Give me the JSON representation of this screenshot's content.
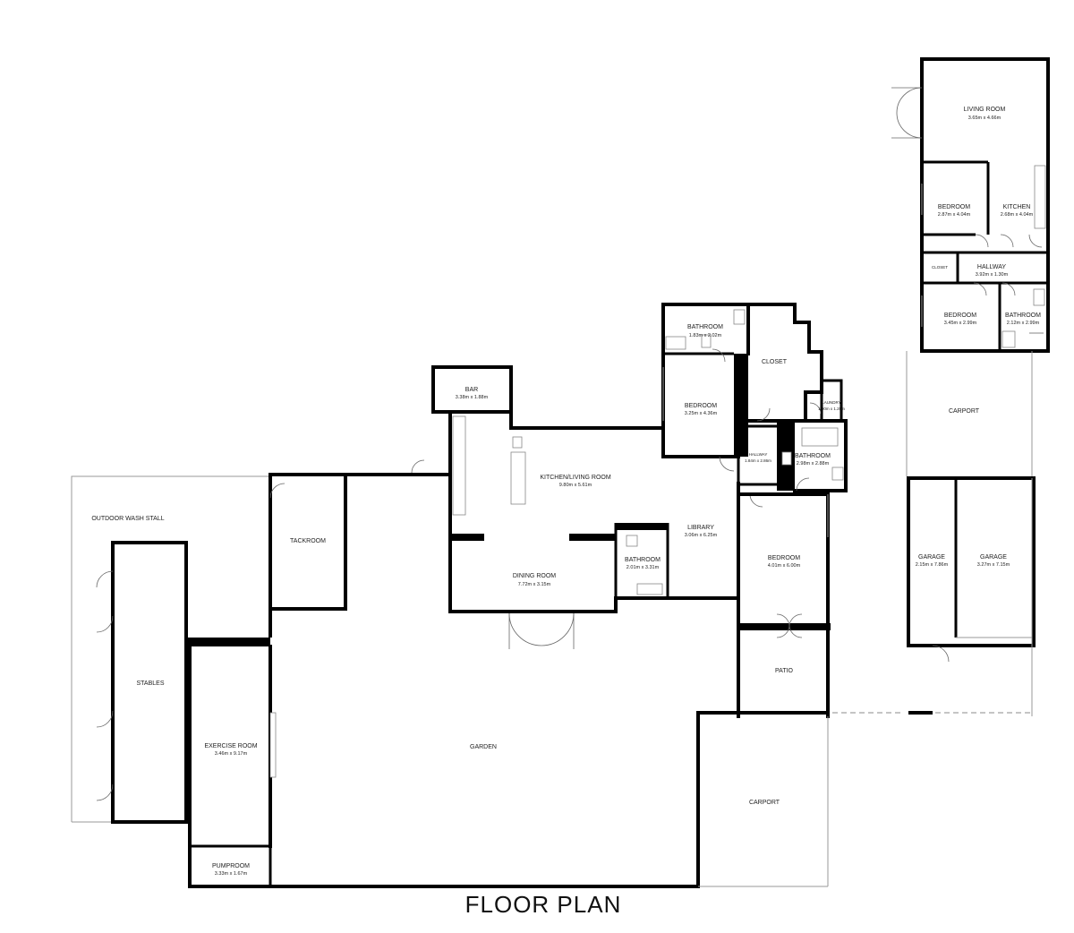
{
  "title": "FLOOR PLAN",
  "rooms": {
    "living_room": {
      "name": "LIVING ROOM",
      "dim": "3.65m x 4.66m"
    },
    "bedroom_guest": {
      "name": "BEDROOM",
      "dim": "2.87m x 4.04m"
    },
    "kitchen_guest": {
      "name": "KITCHEN",
      "dim": "2.68m x 4.04m"
    },
    "closet_guest": {
      "name": "CLOSET",
      "dim": ""
    },
    "hallway_guest": {
      "name": "HALLWAY",
      "dim": "3.92m x 1.30m"
    },
    "bedroom_guest2": {
      "name": "BEDROOM",
      "dim": "3.45m x 2.99m"
    },
    "bathroom_guest": {
      "name": "BATHROOM",
      "dim": "2.12m x 2.99m"
    },
    "carport_top": {
      "name": "CARPORT",
      "dim": ""
    },
    "garage_1": {
      "name": "GARAGE",
      "dim": "2.15m x 7.86m"
    },
    "garage_2": {
      "name": "GARAGE",
      "dim": "3.27m x 7.15m"
    },
    "bathroom_top": {
      "name": "BATHROOM",
      "dim": "1.83m x 2.02m"
    },
    "closet_main": {
      "name": "CLOSET",
      "dim": ""
    },
    "bedroom_main": {
      "name": "BEDROOM",
      "dim": "3.25m x 4.36m"
    },
    "laundry": {
      "name": "LAUNDRY",
      "dim": "1.90m x 1.28m"
    },
    "hallway_main": {
      "name": "HALLWAY",
      "dim": "1.84m x 2.86m"
    },
    "bathroom_main": {
      "name": "BATHROOM",
      "dim": "2.98m x 2.88m"
    },
    "bar": {
      "name": "BAR",
      "dim": "3.38m x 1.88m"
    },
    "kitchen_living": {
      "name": "KITCHEN/LIVING ROOM",
      "dim": "9.80m x 5.61m"
    },
    "library": {
      "name": "LIBRARY",
      "dim": "3.06m x 6.25m"
    },
    "bathroom_small": {
      "name": "BATHROOM",
      "dim": "2.01m x 3.31m"
    },
    "dining_room": {
      "name": "DINING ROOM",
      "dim": "7.72m x 3.15m"
    },
    "bedroom_south": {
      "name": "BEDROOM",
      "dim": "4.01m x 6.00m"
    },
    "patio": {
      "name": "PATIO",
      "dim": ""
    },
    "outdoor_wash_stall": {
      "name": "OUTDOOR WASH STALL",
      "dim": ""
    },
    "tackroom": {
      "name": "TACKROOM",
      "dim": ""
    },
    "stables": {
      "name": "STABLES",
      "dim": ""
    },
    "exercise_room": {
      "name": "EXERCISE ROOM",
      "dim": "3.46m x 9.17m"
    },
    "garden": {
      "name": "GARDEN",
      "dim": ""
    },
    "pumproom": {
      "name": "PUMPROOM",
      "dim": "3.33m x 1.67m"
    },
    "carport_bottom": {
      "name": "CARPORT",
      "dim": ""
    }
  }
}
